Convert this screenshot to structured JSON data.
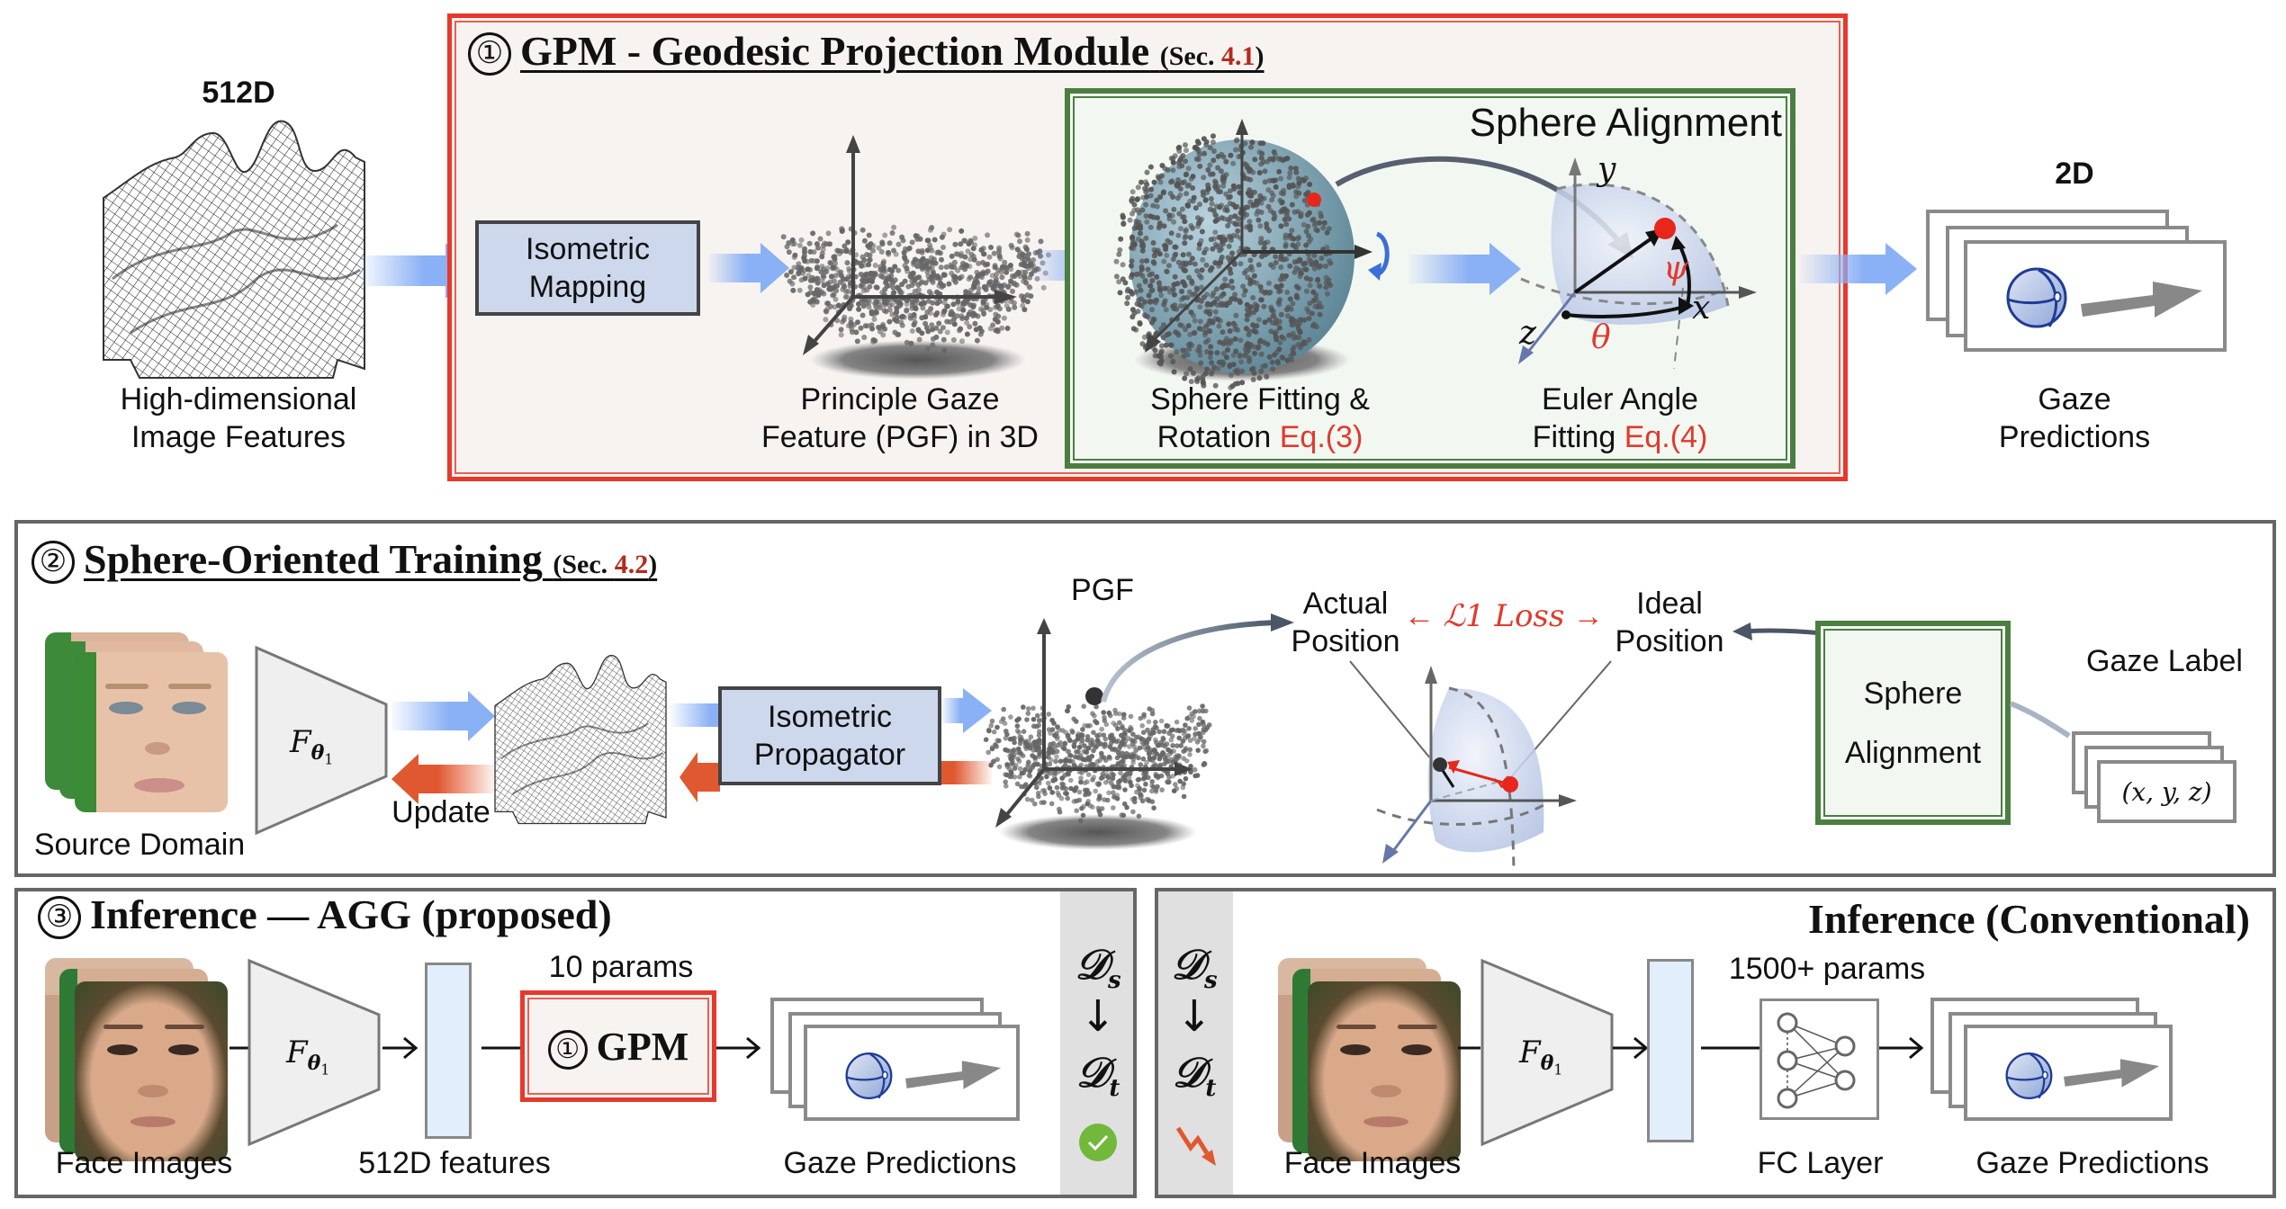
{
  "gpm_section": {
    "number": "①",
    "title": "GPM - Geodesic Projection Module",
    "sec_prefix": "(Sec. ",
    "sec_num": "4.1",
    "sec_suffix": ")",
    "input_dim": "512D",
    "input_caption_1": "High-dimensional",
    "input_caption_2": "Image Features",
    "isometric_mapping_1": "Isometric",
    "isometric_mapping_2": "Mapping",
    "pgf_caption_1": "Principle Gaze",
    "pgf_caption_2": "Feature (PGF) in 3D",
    "sphere_alignment_title": "Sphere Alignment",
    "sphere_fit_caption_1": "Sphere Fitting &",
    "sphere_fit_caption_2": "Rotation ",
    "sphere_fit_eq": "Eq.(3)",
    "euler_caption_1": "Euler Angle",
    "euler_caption_2": "Fitting ",
    "euler_eq": "Eq.(4)",
    "axis_x": "x",
    "axis_y": "y",
    "axis_z": "z",
    "angle_theta": "θ",
    "angle_psi": "ψ",
    "output_dim": "2D",
    "output_caption_1": "Gaze",
    "output_caption_2": "Predictions"
  },
  "training_section": {
    "number": "②",
    "title": "Sphere-Oriented Training",
    "sec_prefix": "(Sec. ",
    "sec_num": "4.2",
    "sec_suffix": ")",
    "source_caption": "Source Domain",
    "encoder_label": "F",
    "encoder_sub": "θ",
    "encoder_subsub": "1",
    "update_label": "Update",
    "propagator_1": "Isometric",
    "propagator_2": "Propagator",
    "pgf_label": "PGF",
    "actual_1": "Actual",
    "actual_2": "Position",
    "loss_label": "ℒ1 Loss",
    "ideal_1": "Ideal",
    "ideal_2": "Position",
    "sphere_align_1": "Sphere",
    "sphere_align_2": "Alignment",
    "gaze_label": "Gaze Label",
    "gaze_tuple": "(x, y, z)"
  },
  "inference_agg": {
    "number": "③",
    "title": "Inference — AGG (proposed)",
    "face_caption": "Face Images",
    "encoder_label": "F",
    "encoder_sub": "θ",
    "encoder_subsub": "1",
    "features_caption": "512D features",
    "params_label": "10 params",
    "gpm_number": "①",
    "gpm_label": "GPM",
    "output_caption": "Gaze Predictions",
    "domain_source": "𝒟",
    "domain_source_sub": "s",
    "domain_target": "𝒟",
    "domain_target_sub": "t",
    "domain_arrow": "↓",
    "status_icon": "check-circle-icon",
    "status_color": "#72b83b"
  },
  "inference_conventional": {
    "title": "Inference (Conventional)",
    "face_caption": "Face Images",
    "encoder_label": "F",
    "encoder_sub": "θ",
    "encoder_subsub": "1",
    "params_label": "1500+ params",
    "fc_caption": "FC Layer",
    "output_caption": "Gaze Predictions",
    "domain_source": "𝒟",
    "domain_source_sub": "s",
    "domain_target": "𝒟",
    "domain_target_sub": "t",
    "domain_arrow": "↓",
    "status_icon": "zigzag-down-arrow-icon",
    "status_color": "#e0582f"
  },
  "colors": {
    "gpm_border": "#e8382b",
    "sphere_alignment_border": "#4a7f3f",
    "forward_arrow": "#8ab0f5",
    "backward_arrow": "#e0582f",
    "isometric_box": "#cdd8ec",
    "section_ref": "#b52a1d",
    "equation_ref": "#e03a2c"
  }
}
